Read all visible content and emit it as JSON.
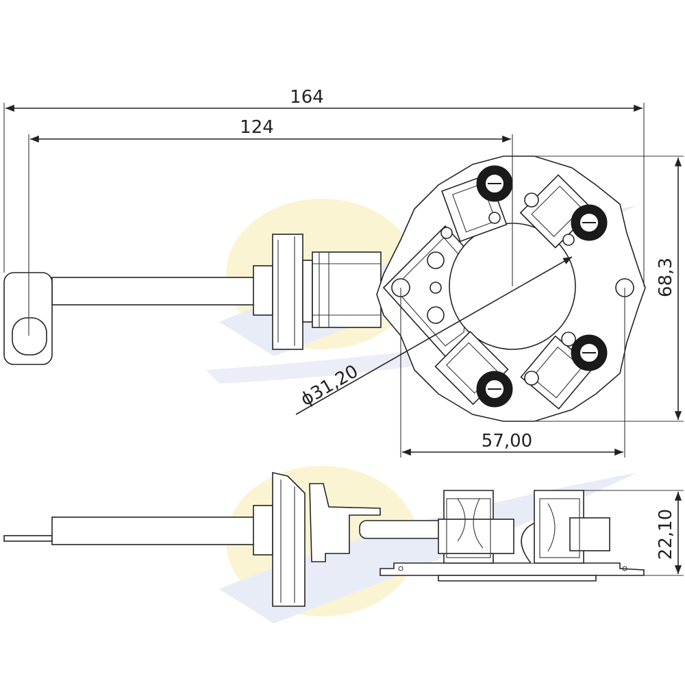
{
  "dimensions": {
    "overall_length": "164",
    "brush_holder_length": "124",
    "plate_height": "68,3",
    "bore_diameter": "ϕ31,20",
    "hole_spacing": "57,00",
    "assembly_height": "22,10"
  },
  "colors": {
    "line": "#222222",
    "watermark_yellow": "#f3df8a",
    "watermark_blue": "#dfe5f3"
  },
  "icons": [
    "screw-terminal-icon",
    "eyelet-terminal-icon",
    "watermark-logo-icon"
  ]
}
